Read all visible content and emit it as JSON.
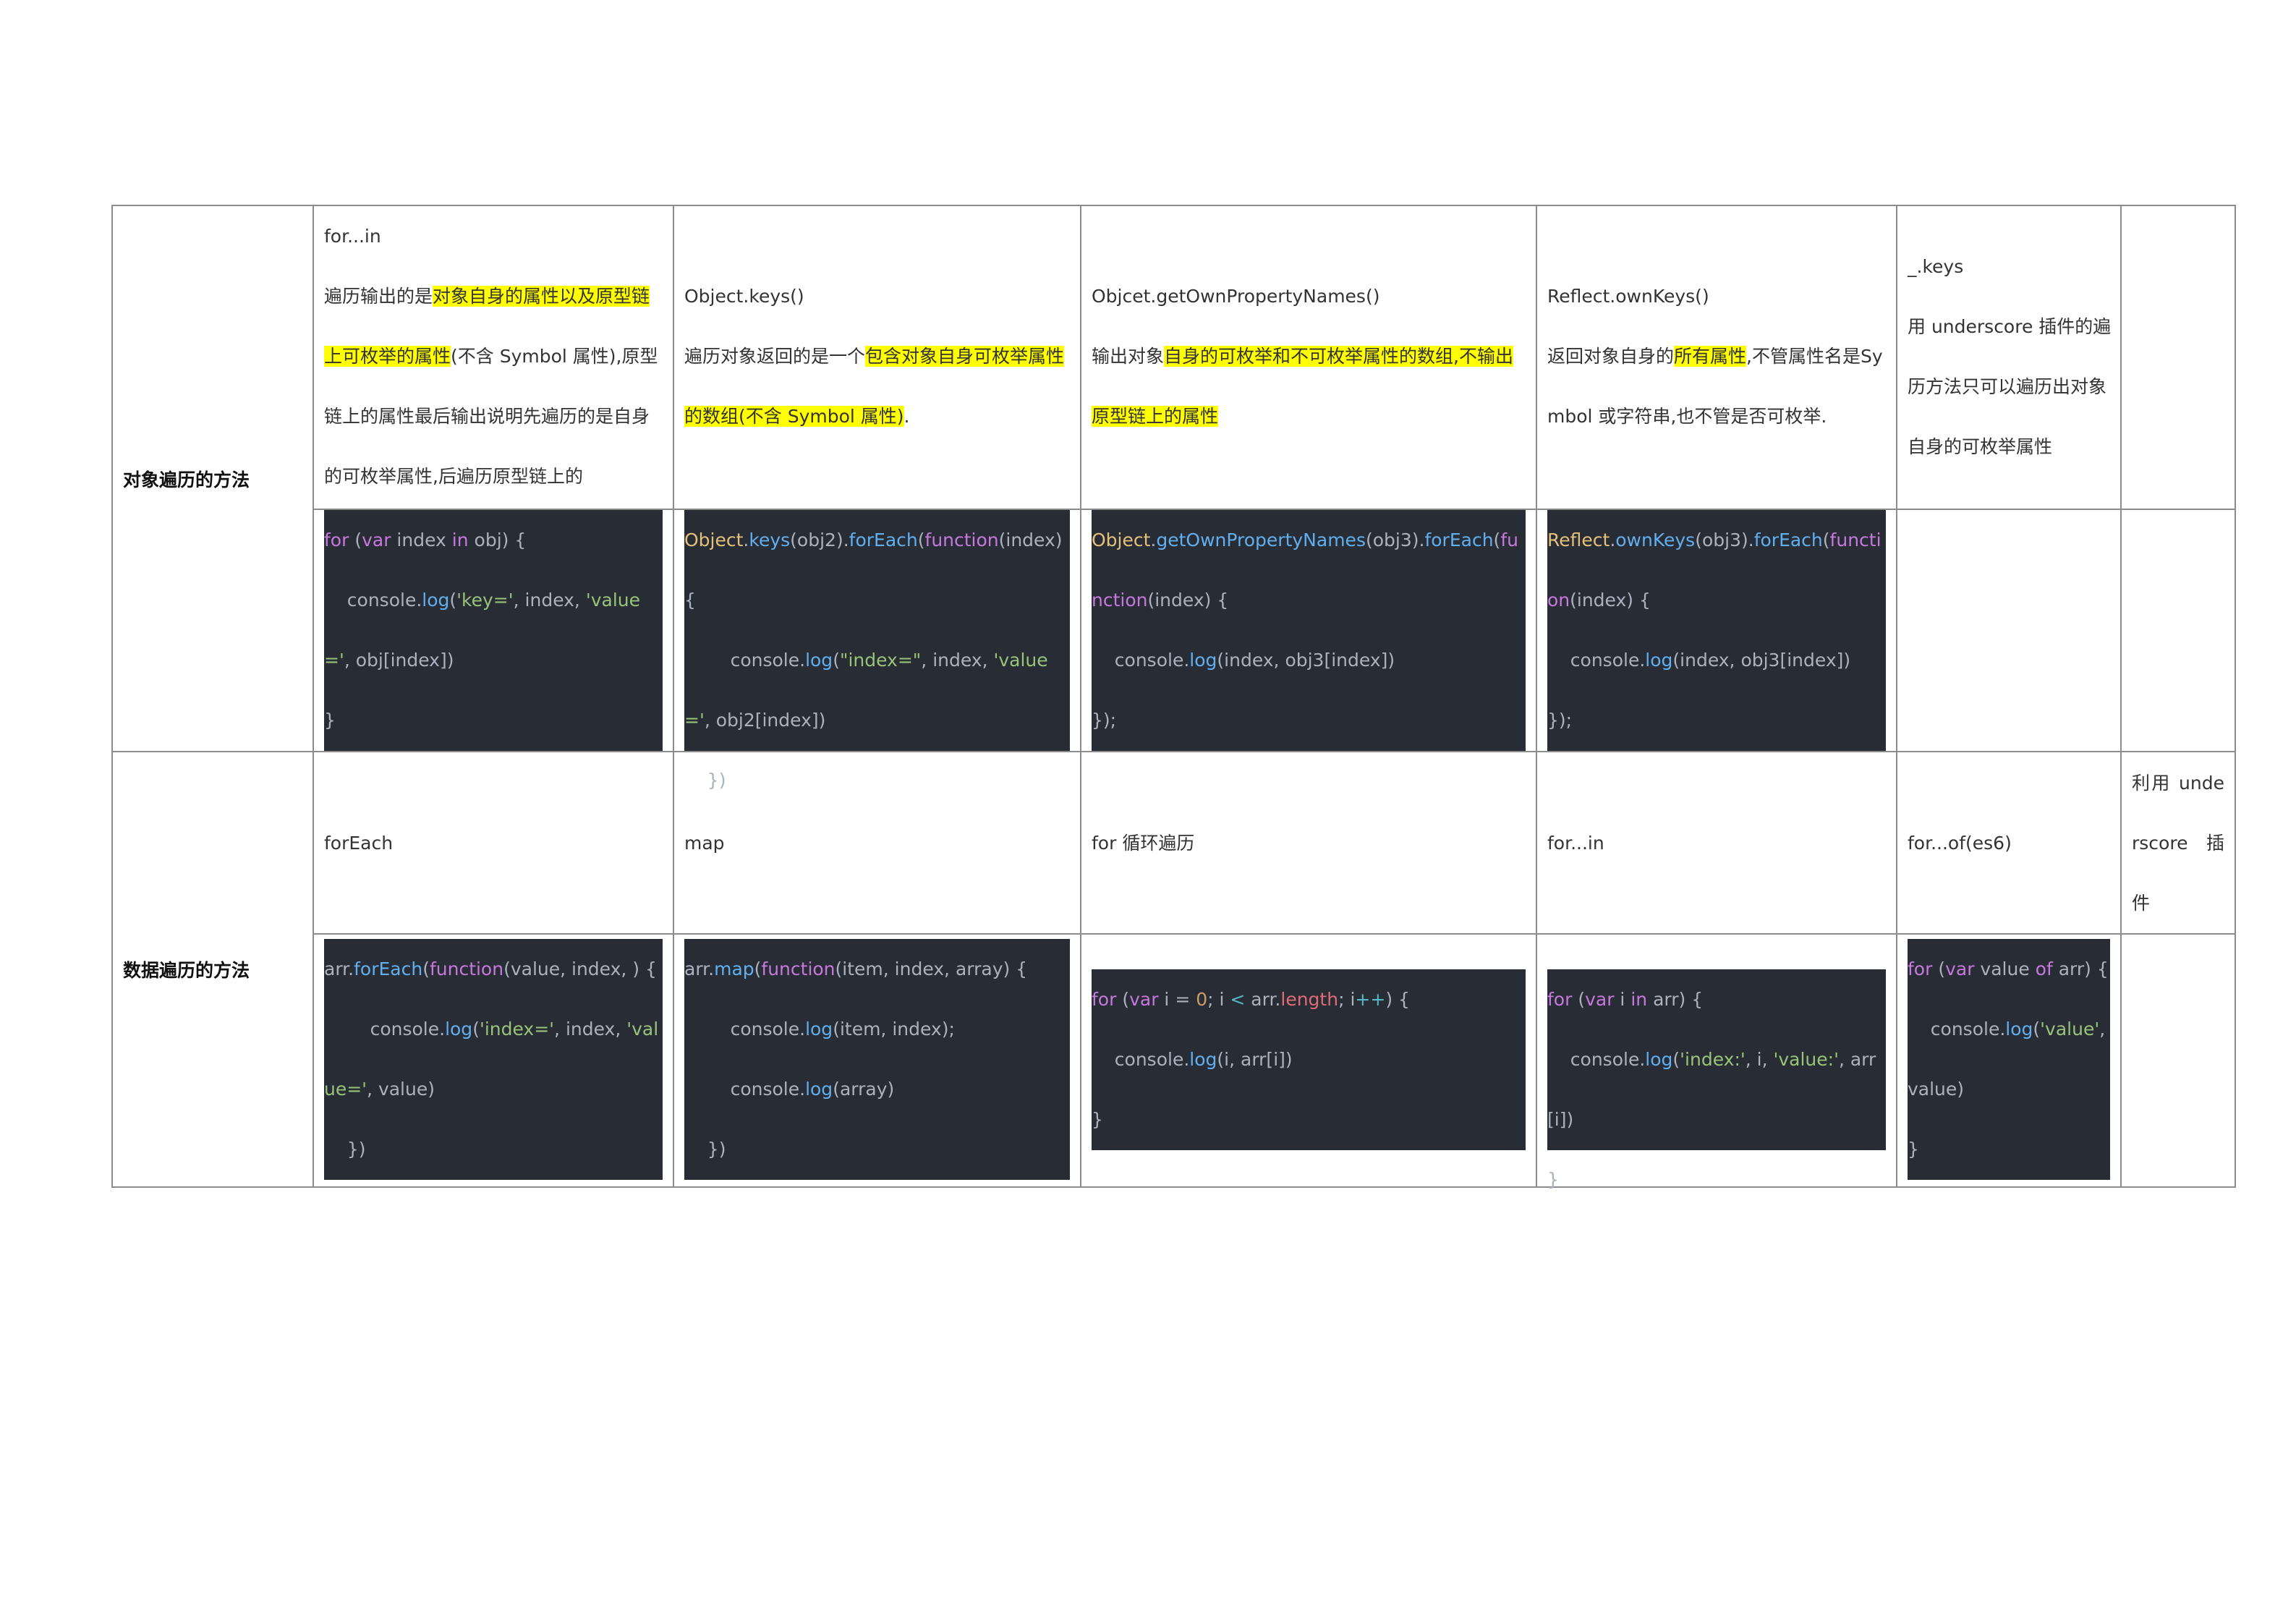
{
  "row_headers": {
    "object": "对象遍历的方法",
    "array": "数据遍历的方法"
  },
  "object_methods": [
    {
      "name": "for...in",
      "desc_pre": "遍历输出的是",
      "desc_hl": "对象自身的属性以及原型链上可枚举的属性",
      "desc_post": "(不含 Symbol 属性),原型链上的属性最后输出说明先遍历的是自身的可枚举属性,后遍历原型链上的",
      "code": [
        "for (var index in obj) {",
        "    console.log('key=', index, 'value=', obj[index])",
        "}"
      ]
    },
    {
      "name": "Object.keys()",
      "desc_pre": "遍历对象返回的是一个",
      "desc_hl": "包含对象自身可枚举属性的数组(不含 Symbol 属性)",
      "desc_post": ".",
      "code": [
        "Object.keys(obj2).forEach(function(index) {",
        "        console.log(\"index=\", index, 'value=', obj2[index])",
        "    })"
      ]
    },
    {
      "name": "Objcet.getOwnPropertyNames()",
      "desc_pre": "输出对象",
      "desc_hl": "自身的可枚举和不可枚举属性的数组,不输出原型链上的属性",
      "desc_post": "",
      "code": [
        "Object.getOwnPropertyNames(obj3).forEach(function(index) {",
        "    console.log(index, obj3[index])",
        "});"
      ]
    },
    {
      "name": "Reflect.ownKeys()",
      "desc_pre": "返回对象自身的",
      "desc_hl": "所有属性",
      "desc_post": ",不管属性名是Symbol 或字符串,也不管是否可枚举.",
      "code": [
        "Reflect.ownKeys(obj3).forEach(function(index) {",
        "    console.log(index, obj3[index])",
        "});"
      ]
    },
    {
      "name": "_.keys",
      "desc_pre": "用 underscore 插件的遍历方法只可以遍历出对象自身的可枚举属性",
      "desc_hl": "",
      "desc_post": "",
      "code": []
    }
  ],
  "array_methods": [
    {
      "name": "forEach",
      "code": [
        "arr.forEach(function(value, index, ) {",
        "        console.log('index=', index, 'value=', value)",
        "    })"
      ]
    },
    {
      "name": "map",
      "code": [
        "arr.map(function(item, index, array) {",
        "        console.log(item, index);",
        "        console.log(array)",
        "    })"
      ]
    },
    {
      "name": "for 循环遍历",
      "code": [
        "for (var i = 0; i < arr.length; i++) {",
        "    console.log(i, arr[i])",
        "}"
      ]
    },
    {
      "name": "for...in",
      "code": [
        "for (var i in arr) {",
        "    console.log('index:', i, 'value:', arr[i])",
        "}"
      ]
    },
    {
      "name": "for...of(es6)",
      "code": [
        "for (var value of arr) {",
        "    console.log('value', value)",
        "}"
      ]
    },
    {
      "name": "利用 underscore 插件",
      "code": []
    }
  ],
  "colors": {
    "highlight": "#ffff00",
    "code_bg": "#282c34",
    "keyword": "#c678dd",
    "function": "#61afef",
    "string": "#98c379",
    "object": "#e5c07b"
  }
}
